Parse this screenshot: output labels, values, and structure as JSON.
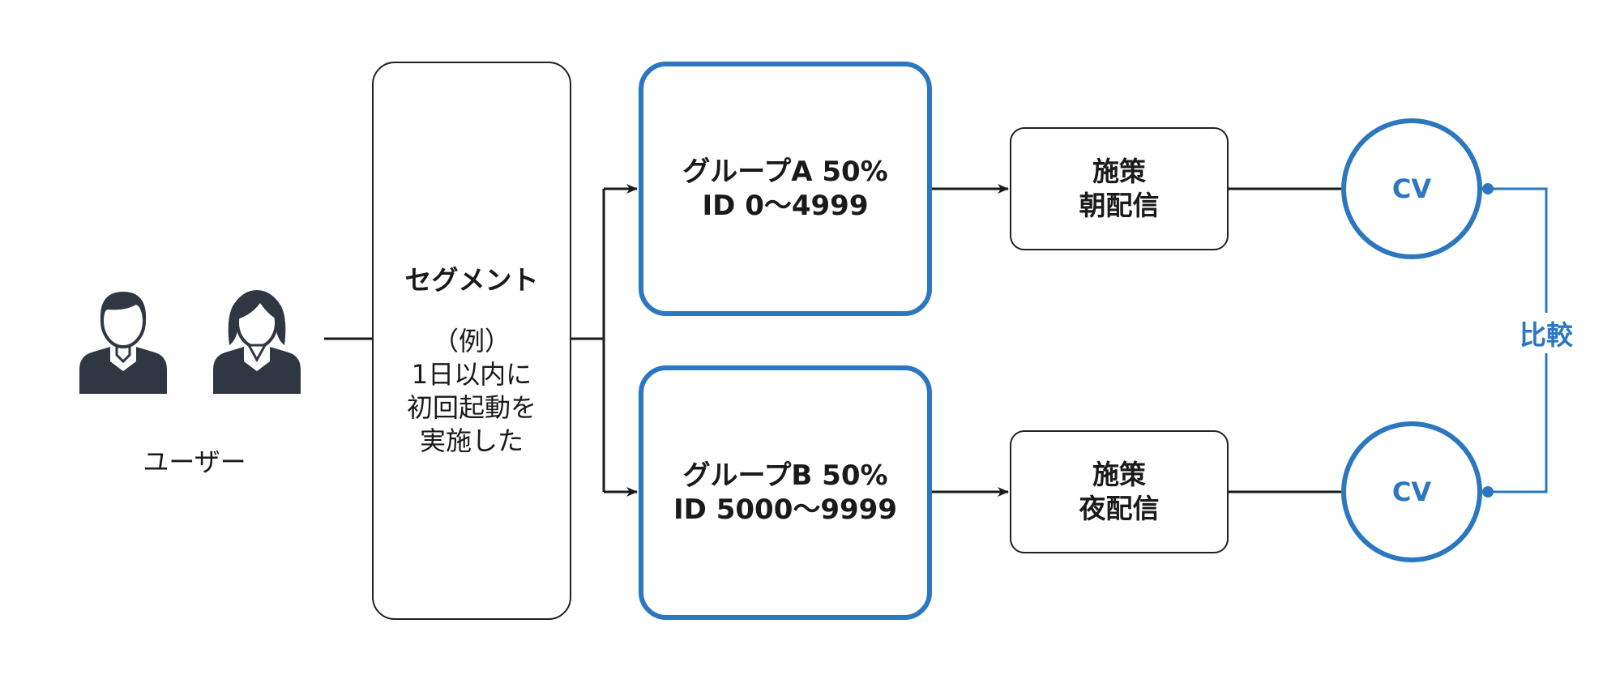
{
  "users": {
    "label": "ユーザー"
  },
  "segment": {
    "title": "セグメント",
    "example": [
      "（例）",
      "1日以内に",
      "初回起動を",
      "実施した"
    ]
  },
  "groups": [
    {
      "line1": "グループA 50%",
      "line2": "ID 0〜4999"
    },
    {
      "line1": "グループB 50%",
      "line2": "ID 5000〜9999"
    }
  ],
  "measures": [
    {
      "line1": "施策",
      "line2": "朝配信"
    },
    {
      "line1": "施策",
      "line2": "夜配信"
    }
  ],
  "cv": [
    "CV",
    "CV"
  ],
  "compare": "比較",
  "icons": [
    "male-user-icon",
    "female-user-icon"
  ],
  "colors": {
    "accent": "#2b77c0",
    "line": "#1a1a1a",
    "icon": "#2f3743"
  }
}
